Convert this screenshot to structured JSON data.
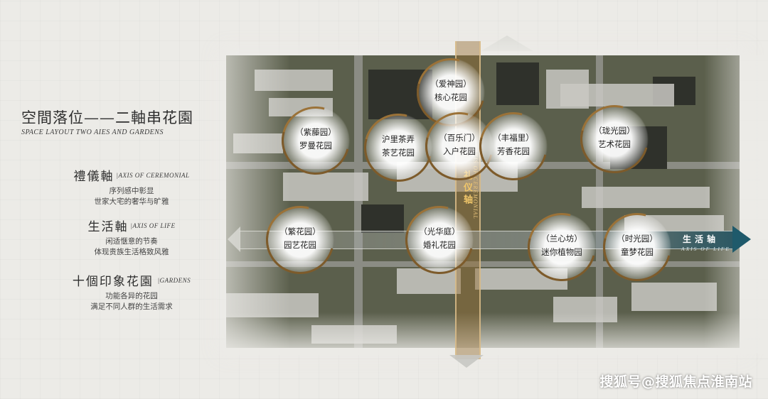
{
  "legend": {
    "title": "空間落位——二軸串花園",
    "subtitle": "SPACE LAYOUT  TWO AIES AND  GARDENS",
    "axes": [
      {
        "name": "禮儀軸",
        "en": "AXIS OF CEREMONIAL",
        "desc": [
          "序列感中彰显",
          "世家大宅的奢华与旷雅"
        ]
      },
      {
        "name": "生活軸",
        "en": "AXIS OF LIFE",
        "desc": [
          "闲适惬意的节奏",
          "体现贵族生活格致风雅"
        ]
      },
      {
        "name": "十個印象花園",
        "en": "GARDENS",
        "desc": [
          "功能各异的花园",
          "满足不同人群的生活需求"
        ]
      }
    ]
  },
  "axes_on_map": {
    "ceremonial": {
      "label": "礼仪轴",
      "en": "AXIS OF CEREMONIAL"
    },
    "life": {
      "label": "生活轴",
      "en": "AXIS OF LIFE"
    }
  },
  "gardens": [
    {
      "name": "（爱神园）",
      "sub": "核心花园"
    },
    {
      "name": "（紫藤园）",
      "sub": "罗曼花园"
    },
    {
      "name": "沪里茶弄",
      "sub": "茶艺花园"
    },
    {
      "name": "（百乐门）",
      "sub": "入户花园"
    },
    {
      "name": "（丰福里）",
      "sub": "芳香花园"
    },
    {
      "name": "（珑光园）",
      "sub": "艺术花园"
    },
    {
      "name": "（繁花园）",
      "sub": "园艺花园"
    },
    {
      "name": "（光华庭）",
      "sub": "婚礼花园"
    },
    {
      "name": "（兰心坊）",
      "sub": "迷你植物园"
    },
    {
      "name": "（时光园）",
      "sub": "童梦花园"
    }
  ],
  "watermark": "搜狐号@搜狐焦点淮南站",
  "colors": {
    "accent_gold": "#9b7238",
    "life_axis_teal": "#1f5a6b",
    "map_base": "#4a4d42"
  }
}
